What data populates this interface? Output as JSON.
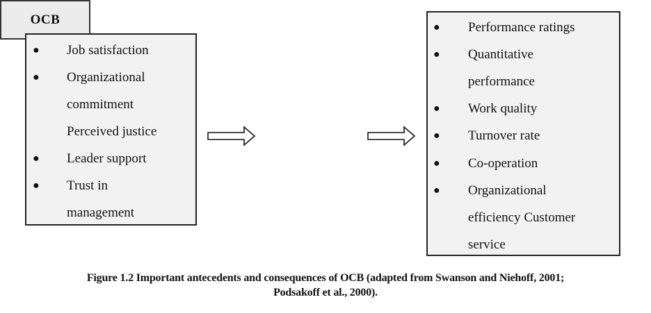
{
  "diagram": {
    "antecedents": {
      "items": [
        {
          "bullet": true,
          "text": "Job satisfaction"
        },
        {
          "bullet": true,
          "text": "Organizational"
        },
        {
          "bullet": false,
          "text": "commitment"
        },
        {
          "bullet": false,
          "text": "Perceived justice"
        },
        {
          "bullet": true,
          "text": "Leader support"
        },
        {
          "bullet": true,
          "text": "Trust in"
        },
        {
          "bullet": false,
          "text": "management"
        }
      ]
    },
    "center": {
      "label": "OCB"
    },
    "consequences": {
      "items": [
        {
          "bullet": true,
          "text": "Performance ratings"
        },
        {
          "bullet": true,
          "text": "Quantitative"
        },
        {
          "bullet": false,
          "text": "performance"
        },
        {
          "bullet": true,
          "text": "Work quality"
        },
        {
          "bullet": true,
          "text": "Turnover rate"
        },
        {
          "bullet": true,
          "text": "Co-operation"
        },
        {
          "bullet": true,
          "text": "Organizational"
        },
        {
          "bullet": false,
          "text": "efficiency Customer"
        },
        {
          "bullet": false,
          "text": "service"
        }
      ]
    }
  },
  "caption": {
    "line1": "Figure 1.2 Important antecedents and consequences of OCB (adapted from Swanson and Niehoff, 2001;",
    "line2": "Podsakoff et al., 2000)."
  }
}
